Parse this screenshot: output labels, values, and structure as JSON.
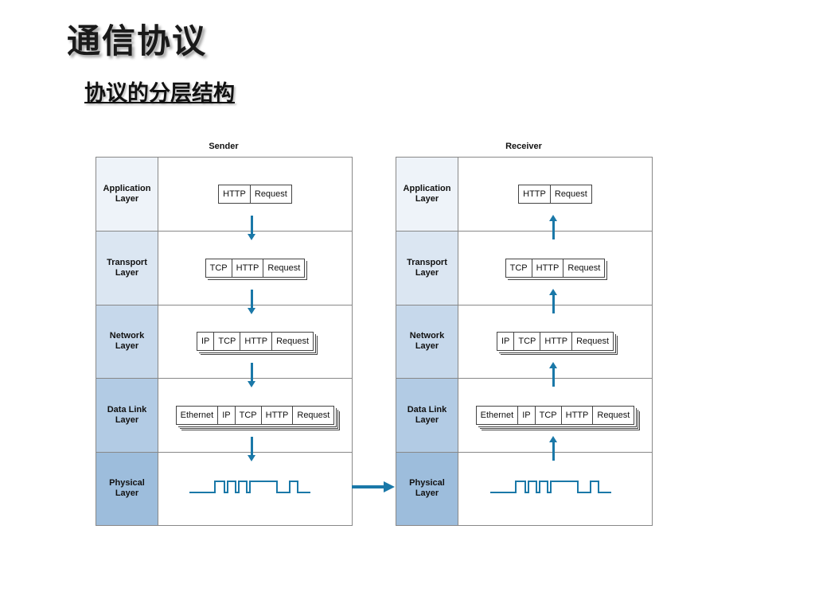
{
  "title": "通信协议",
  "subtitle": "协议的分层结构",
  "diagram": {
    "sender_label": "Sender",
    "receiver_label": "Receiver",
    "layers": [
      {
        "name": "Application\nLayer",
        "bg": "#eef3f9",
        "packet": [
          "HTTP",
          "Request"
        ]
      },
      {
        "name": "Transport\nLayer",
        "bg": "#dbe6f2",
        "packet": [
          "TCP",
          "HTTP",
          "Request"
        ]
      },
      {
        "name": "Network\nLayer",
        "bg": "#c6d8eb",
        "packet": [
          "IP",
          "TCP",
          "HTTP",
          "Request"
        ]
      },
      {
        "name": "Data Link\nLayer",
        "bg": "#b2cbe4",
        "packet": [
          "Ethernet",
          "IP",
          "TCP",
          "HTTP",
          "Request"
        ]
      },
      {
        "name": "Physical\nLayer",
        "bg": "#9dbddc",
        "packet": []
      }
    ],
    "colors": {
      "arrow": "#1a78a8",
      "signal": "#1a78a8",
      "border": "#888888"
    }
  }
}
